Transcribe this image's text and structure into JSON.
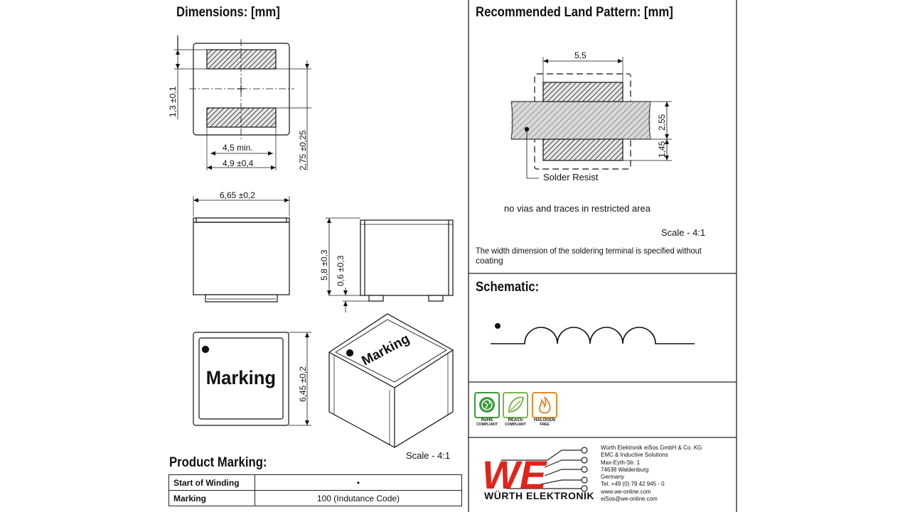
{
  "dimensions": {
    "title": "Dimensions: [mm]",
    "dim_1_3": "1,3 ±0,1",
    "dim_4_5": "4,5  min.",
    "dim_4_9": "4,9 ±0,4",
    "dim_2_75": "2,75 ±0,25",
    "dim_6_65": "6,65 ±0,2",
    "dim_5_8": "5,8 ±0,3",
    "dim_0_6": "0,6 ±0,3",
    "dim_6_45": "6,45 ±0,2",
    "marking_top": "Marking",
    "marking_iso": "Marking",
    "scale": "Scale - 4:1"
  },
  "land_pattern": {
    "title": "Recommended Land Pattern: [mm]",
    "dim_5_5": "5,5",
    "dim_2_55": "2,55",
    "dim_1_45": "1,45",
    "solder_resist": "Solder Resist",
    "no_vias": "no vias and traces in restricted area",
    "scale": "Scale - 4:1",
    "note_line1": "The width dimension of the soldering terminal is specified without",
    "note_line2": "coating"
  },
  "schematic": {
    "title": "Schematic:"
  },
  "compliance": {
    "rohs": {
      "line1": "RoHS",
      "line2": "COMPLIANT",
      "color": "#3a9a3a"
    },
    "reach": {
      "line1": "REACh",
      "line2": "COMPLIANT",
      "color": "#7ab648"
    },
    "halogen": {
      "line1": "HALOGEN",
      "line2": "FREE",
      "color": "#e58a2c"
    }
  },
  "company": {
    "logo_text": "WE",
    "brand_name": "WÜRTH ELEKTRONIK",
    "brand_color": "#e2231a",
    "address": [
      "Würth Elektronik eiSos GmbH & Co. KG",
      "EMC & Inductive Solutions",
      "Max-Eyth-Str. 1",
      "74638 Waldenburg",
      "Germany",
      "Tel. +49 (0) 79 42 945 - 0",
      "www.we-online.com",
      "eiSos@we-online.com"
    ]
  },
  "product_marking": {
    "title": "Product Marking:",
    "rows": [
      {
        "label": "Start of Winding",
        "value": "•"
      },
      {
        "label": "Marking",
        "value": "100 (Indutance Code)"
      }
    ]
  }
}
